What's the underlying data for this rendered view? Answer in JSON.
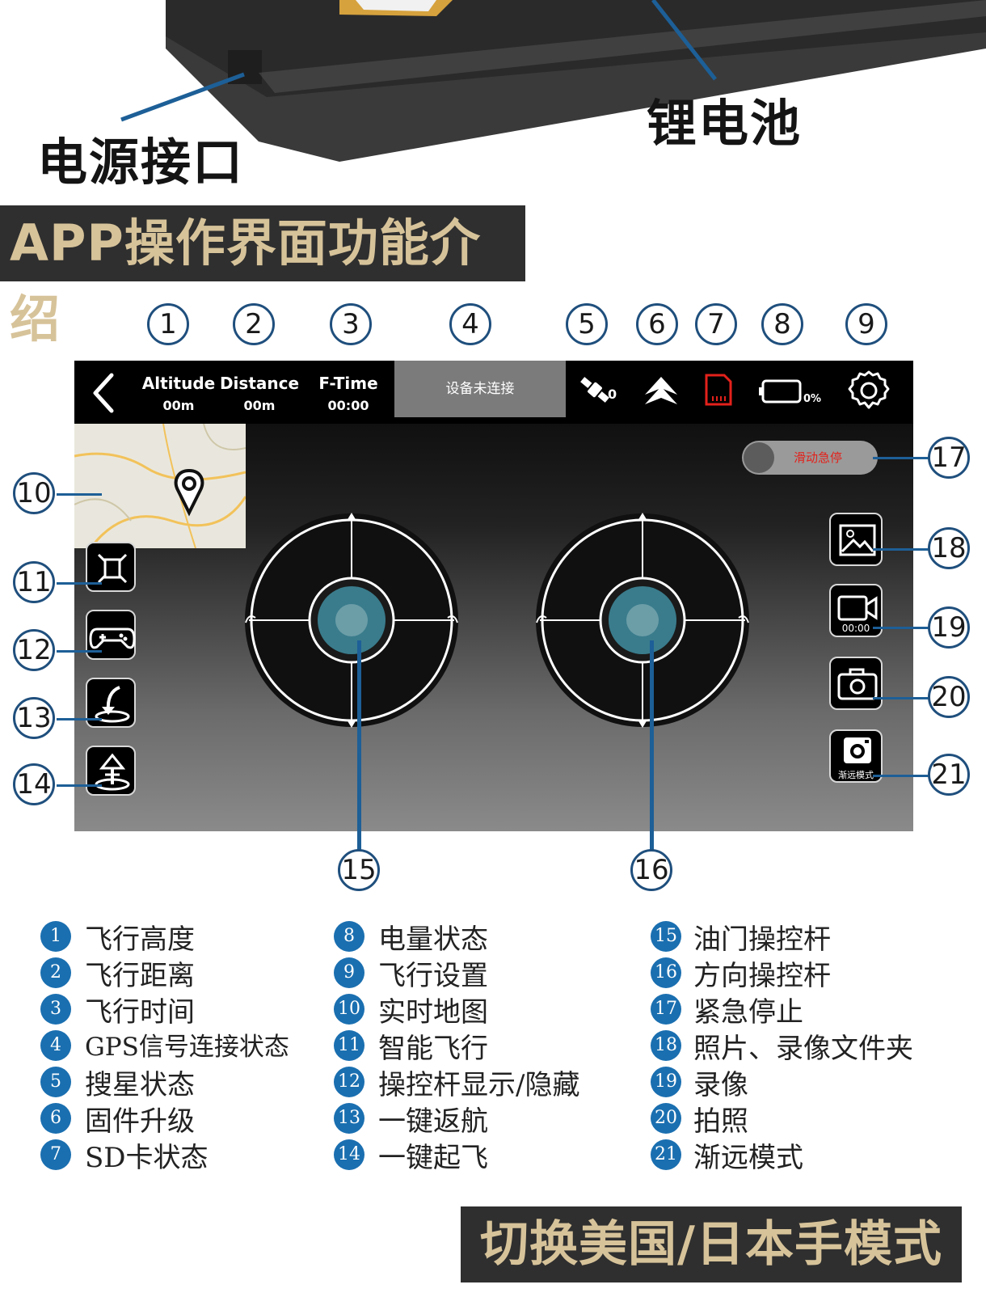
{
  "photo": {
    "power_port_label": "电源接口",
    "battery_label": "锂电池"
  },
  "banner_app_intro": "APP操作界面功能介绍",
  "banner_switch_mode": "切换美国/日本手模式",
  "callouts": [
    "1",
    "2",
    "3",
    "4",
    "5",
    "6",
    "7",
    "8",
    "9",
    "10",
    "11",
    "12",
    "13",
    "14",
    "15",
    "16",
    "17",
    "18",
    "19",
    "20",
    "21"
  ],
  "app": {
    "altitude_label": "Altitude",
    "altitude_value": "00m",
    "distance_label": "Distance",
    "distance_value": "00m",
    "ftime_label": "F-Time",
    "ftime_value": "00:00",
    "connection_status": "设备未连接",
    "satellite_count": "0",
    "battery_percent": "0%",
    "emergency_stop_label": "滑动急停",
    "record_time": "00:00",
    "fade_mode_label": "渐远模式",
    "colors": {
      "sd_card": "#e3211b",
      "stick_center": "#3a7c8c",
      "screen_bar": "#000000"
    }
  },
  "legend": [
    {
      "num": "1",
      "text": "飞行高度"
    },
    {
      "num": "2",
      "text": "飞行距离"
    },
    {
      "num": "3",
      "text": "飞行时间"
    },
    {
      "num": "4",
      "text": "GPS信号连接状态"
    },
    {
      "num": "5",
      "text": "搜星状态"
    },
    {
      "num": "6",
      "text": "固件升级"
    },
    {
      "num": "7",
      "text": "SD卡状态"
    },
    {
      "num": "8",
      "text": "电量状态"
    },
    {
      "num": "9",
      "text": "飞行设置"
    },
    {
      "num": "10",
      "text": "实时地图"
    },
    {
      "num": "11",
      "text": "智能飞行"
    },
    {
      "num": "12",
      "text": "操控杆显示/隐藏"
    },
    {
      "num": "13",
      "text": "一键返航"
    },
    {
      "num": "14",
      "text": "一键起飞"
    },
    {
      "num": "15",
      "text": "油门操控杆"
    },
    {
      "num": "16",
      "text": "方向操控杆"
    },
    {
      "num": "17",
      "text": "紧急停止"
    },
    {
      "num": "18",
      "text": "照片、录像文件夹"
    },
    {
      "num": "19",
      "text": "录像"
    },
    {
      "num": "20",
      "text": "拍照"
    },
    {
      "num": "21",
      "text": "渐远模式"
    }
  ]
}
